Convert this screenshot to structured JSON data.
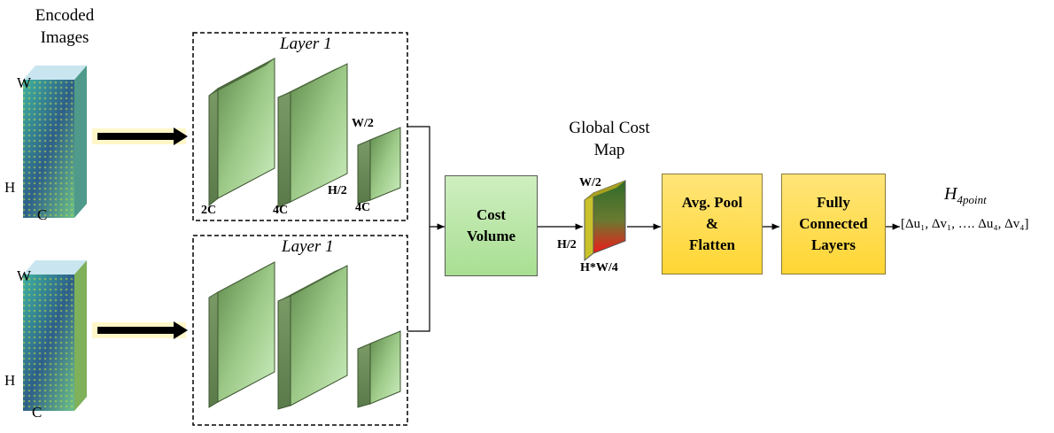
{
  "encoded_images": {
    "title_line1": "Encoded",
    "title_line2": "Images",
    "axis_w": "W",
    "axis_h": "H",
    "axis_c": "C"
  },
  "layer_top": {
    "title": "Layer 1",
    "dim_2c": "2C",
    "dim_4c_a": "4C",
    "dim_w2": "W/2",
    "dim_h2": "H/2",
    "dim_4c_b": "4C"
  },
  "layer_bottom": {
    "title": "Layer 1"
  },
  "cost_volume": {
    "line1": "Cost",
    "line2": "Volume"
  },
  "global_cost_map": {
    "title_line1": "Global Cost",
    "title_line2": "Map",
    "dim_w2": "W/2",
    "dim_h2": "H/2",
    "dim_hw4": "H*W/4"
  },
  "avg_pool": {
    "line1": "Avg. Pool",
    "line2": "&",
    "line3": "Flatten"
  },
  "fc": {
    "line1": "Fully",
    "line2": "Connected",
    "line3": "Layers"
  },
  "output": {
    "title": "H",
    "title_sub": "4point",
    "vector": "[Δu₁, Δv₁, …. Δu₄, Δv₄]"
  },
  "colors": {
    "block_front": "#8fc27a",
    "block_side": "#6d8f5e",
    "cost_map_front_top": "#2e7d32",
    "cost_map_front_bottom": "#e53935",
    "box_green": "#b9e6a5",
    "box_yellow": "#ffdf4d"
  }
}
